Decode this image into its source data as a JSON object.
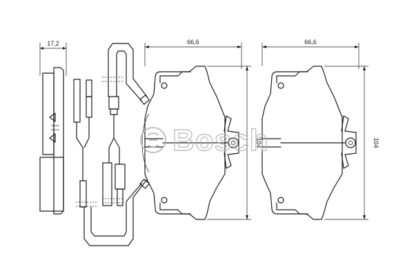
{
  "dimensions": {
    "thickness": "17,2",
    "width_left": "66,6",
    "width_right": "66,6",
    "height_left": "104",
    "height_right": "104"
  },
  "watermark": {
    "text": "Bosch"
  },
  "colors": {
    "line": "#1a1a1a",
    "watermark": "#b5b5b5",
    "background": "#ffffff"
  }
}
